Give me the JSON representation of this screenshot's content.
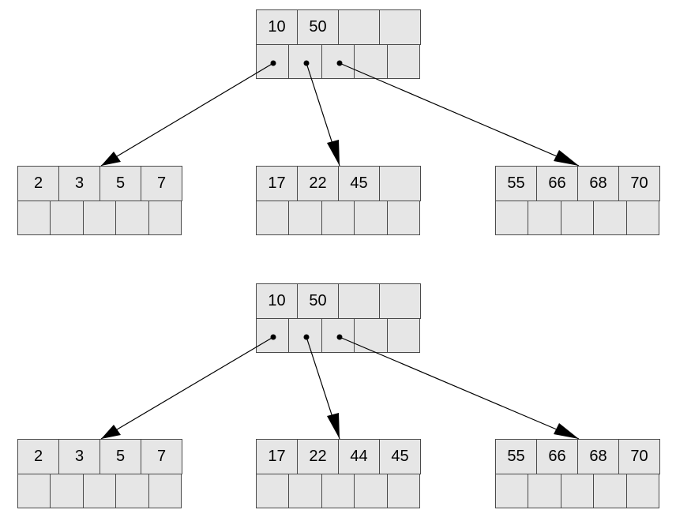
{
  "colors": {
    "cell_fill": "#e6e6e6",
    "cell_border": "#4a4a4a",
    "edge": "#000000"
  },
  "trees": [
    {
      "root": {
        "keys": [
          "10",
          "50",
          "",
          ""
        ]
      },
      "children": [
        {
          "keys": [
            "2",
            "3",
            "5",
            "7"
          ]
        },
        {
          "keys": [
            "17",
            "22",
            "45",
            ""
          ]
        },
        {
          "keys": [
            "55",
            "66",
            "68",
            "70"
          ]
        }
      ]
    },
    {
      "root": {
        "keys": [
          "10",
          "50",
          "",
          ""
        ]
      },
      "children": [
        {
          "keys": [
            "2",
            "3",
            "5",
            "7"
          ]
        },
        {
          "keys": [
            "17",
            "22",
            "44",
            "45"
          ]
        },
        {
          "keys": [
            "55",
            "66",
            "68",
            "70"
          ]
        }
      ]
    }
  ]
}
